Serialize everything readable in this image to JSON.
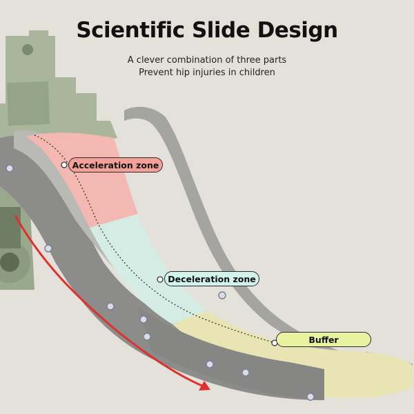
{
  "header": {
    "title": "Scientific Slide Design",
    "subtitle_line1": "A clever combination of three parts",
    "subtitle_line2": "Prevent hip injuries in children"
  },
  "zones": {
    "acceleration": {
      "label": "Acceleration zone",
      "color": "#f3a099"
    },
    "deceleration": {
      "label": "Deceleration zone",
      "color": "#d2f3ec"
    },
    "buffer": {
      "label": "Buffer",
      "color": "#e8f3a1"
    }
  },
  "colors": {
    "background": "#e4e1da",
    "frame_green": "#a9b69b",
    "slide_grey": "#8a8a8a",
    "motion_arrow": "#e0302c"
  },
  "icons": [
    "motion-arrow-icon",
    "trajectory-dots-icon"
  ]
}
